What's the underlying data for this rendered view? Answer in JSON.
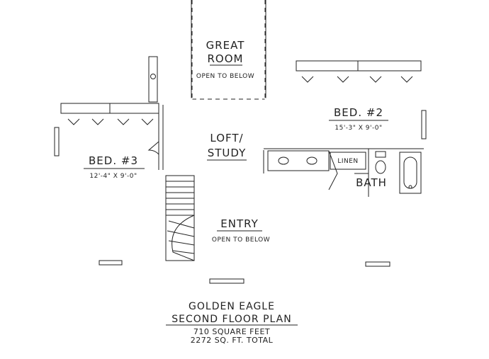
{
  "rooms": {
    "great_room": {
      "line1": "GREAT",
      "line2": "ROOM",
      "note": "OPEN TO BELOW"
    },
    "bed2": {
      "name": "BED. #2",
      "size": "15'-3\" X 9'-0\""
    },
    "bed3": {
      "name": "BED. #3",
      "size": "12'-4\" X 9'-0\""
    },
    "loft": {
      "line1": "LOFT/",
      "line2": "STUDY"
    },
    "linen": "LINEN",
    "bath": "BATH",
    "entry": {
      "name": "ENTRY",
      "note": "OPEN TO BELOW"
    }
  },
  "caption": {
    "line1": "GOLDEN EAGLE",
    "line2": "SECOND FLOOR PLAN",
    "line3": "710 SQUARE FEET",
    "line4": "2272 SQ. FT. TOTAL"
  }
}
